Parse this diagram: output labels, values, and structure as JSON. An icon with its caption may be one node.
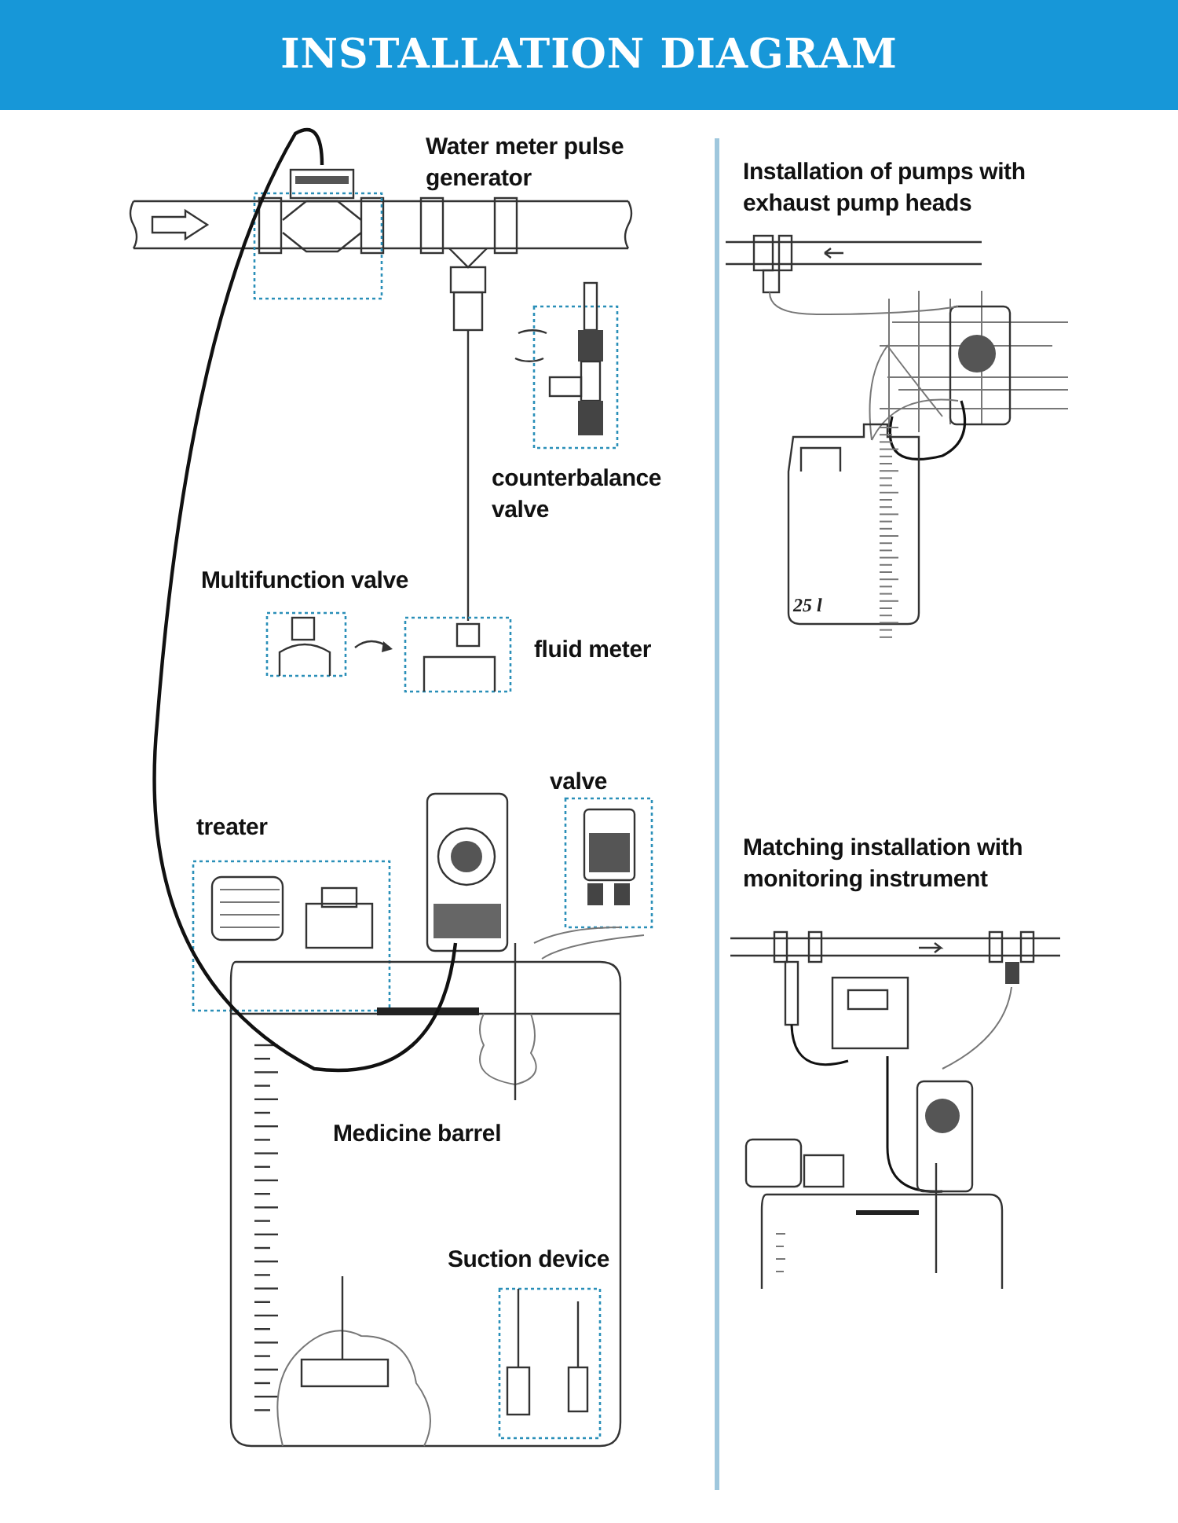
{
  "diagram": {
    "title": "INSTALLATION DIAGRAM",
    "labels": [
      "Water meter pulse generator",
      "Installation of pumps with exhaust pump heads",
      "counterbalance valve",
      "Multifunction valve",
      "fluid meter",
      "25 l",
      "valve",
      "treater",
      "Matching installation with monitoring instrument",
      "Medicine barrel",
      "Suction device"
    ]
  }
}
